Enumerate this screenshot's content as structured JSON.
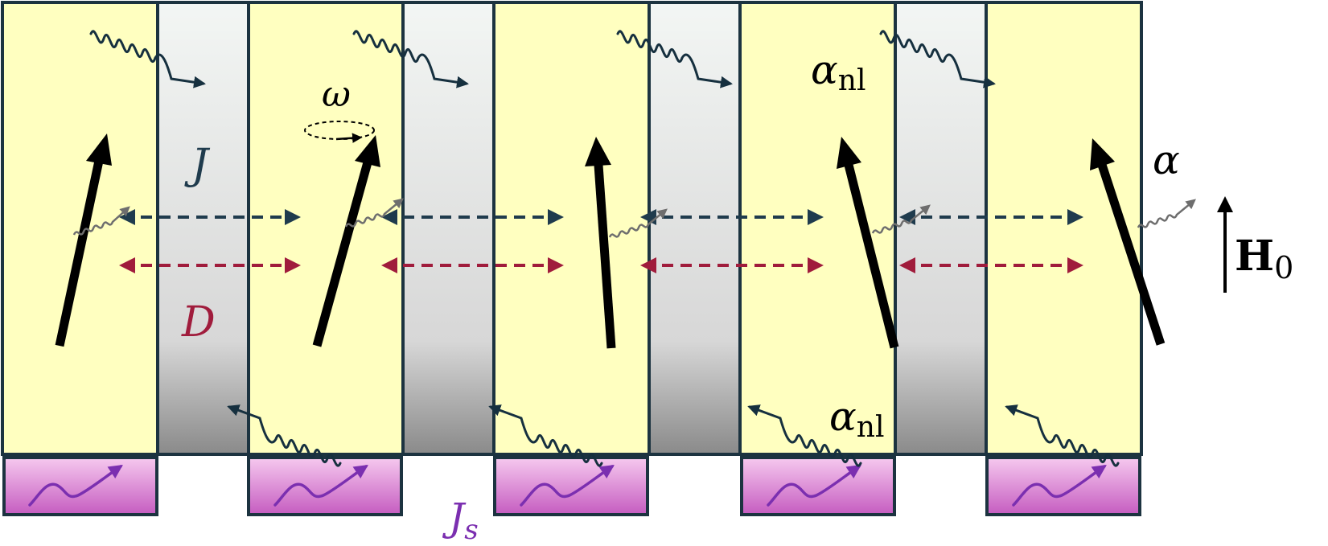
{
  "labels": {
    "J": "J",
    "D": "D",
    "omega": "ω",
    "alpha": "α",
    "alpha_nl_symbol": "α",
    "alpha_nl_sub": "nl",
    "H0_symbol": "H",
    "H0_sub": "0",
    "Js_symbol": "J",
    "Js_sub": "s"
  },
  "colors": {
    "ferromagnet_fill": "#ffffc0",
    "spacer_top": "#f3f6f4",
    "spacer_bottom": "#8a8a8a",
    "outline": "#1c3340",
    "J_arrow": "#1f3b4d",
    "D_arrow": "#a01c3c",
    "pad_top": "#f6c9ef",
    "pad_bottom": "#c55cc0",
    "pad_arrow": "#7b2fb0",
    "Js_text": "#7b2fb0",
    "moment_arrow": "#000000",
    "damping_wave": "#6e6e6e",
    "spin_pump_wave": "#16303f"
  },
  "moment_tilts_deg": [
    11,
    14,
    2,
    -15,
    -22
  ],
  "icons": {
    "moment": "thick-arrow-icon",
    "local_damping": "wavy-arrow-icon",
    "nonlocal_damping": "wavy-arrow-icon",
    "precession": "dashed-ellipse-icon",
    "spin_current": "squiggle-arrow-icon",
    "field": "up-arrow-icon"
  }
}
